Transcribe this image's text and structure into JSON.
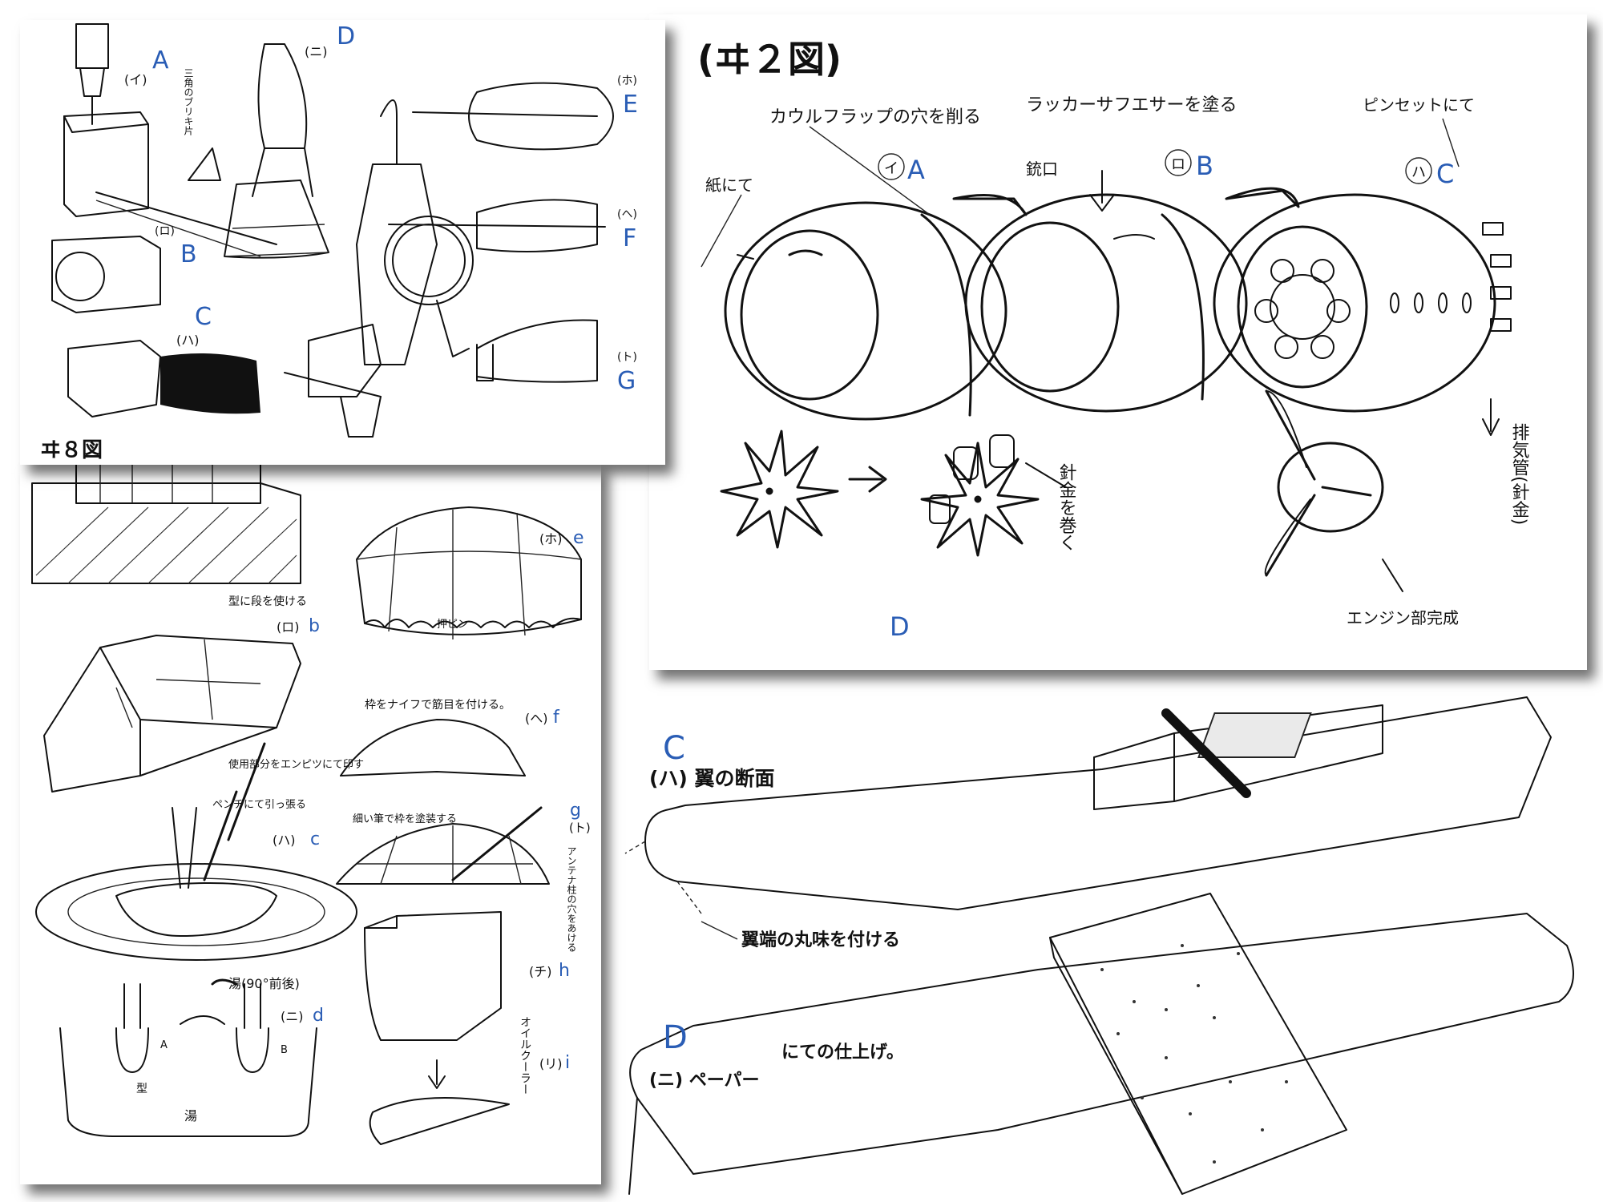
{
  "panel_fig8": {
    "figure_label": "ヰ８図",
    "markers": {
      "i": "(イ)",
      "ro": "(ロ)",
      "ha": "(ハ)",
      "ni": "(ニ)",
      "ho": "(ホ)",
      "he": "(ヘ)",
      "to": "(ト)"
    },
    "note_triangle": "三角のブリキ片",
    "letters": {
      "A": "A",
      "B": "B",
      "C": "C",
      "D": "D",
      "E": "E",
      "F": "F",
      "G": "G"
    }
  },
  "panel_fig2": {
    "title": "(ヰ２図)",
    "notes": {
      "cowl_flap": "カウルフラップの穴を削る",
      "lacquer": "ラッカーサフエサーを塗る",
      "tweezers": "ピンセットにて",
      "paper": "紙にて",
      "gun_port": "銃口",
      "wire_wrap": "針金を巻く",
      "exhaust": "排気管(針金)",
      "engine_done": "エンジン部完成"
    },
    "markers": {
      "i": "イ",
      "ro": "ロ",
      "ha": "ハ"
    },
    "letters": {
      "A": "A",
      "B": "B",
      "C": "C",
      "D": "D"
    }
  },
  "panel_canopy": {
    "notes": {
      "step_on_mold": "型に段を使ける",
      "mark_pencil": "使用部分をエンピツにて印す",
      "pliers": "ペンチにて引っ張る",
      "hot_water": "湯(90°前後)",
      "push_pin": "押ピン",
      "knife_frame": "枠をナイフで筋目を付ける。",
      "brush_frame": "細い筆で枠を塗装する",
      "antenna": "アンテナ柱の穴をあける",
      "oil_cooler": "オイルクーラー",
      "mold": "型",
      "water": "湯",
      "a_small": "A",
      "b_small": "B"
    },
    "markers": {
      "ro": "(ロ)",
      "ha": "(ハ)",
      "ni": "(ニ)",
      "ho": "(ホ)",
      "he": "(ヘ)",
      "to": "(ト)",
      "chi": "(チ)",
      "ri": "(リ)"
    },
    "letters": {
      "b": "b",
      "c": "c",
      "d": "d",
      "e": "e",
      "f": "f",
      "g": "g",
      "h": "h",
      "i": "i"
    }
  },
  "panel_wing": {
    "notes": {
      "wing_section": "(ハ) 翼の断面",
      "round_edge": "翼端の丸味を付ける",
      "paper_finish_a": "(ニ) ペーパー",
      "paper_finish_b": "にての仕上げ。"
    },
    "letters": {
      "C": "C",
      "D": "D"
    }
  },
  "colors": {
    "label_blue": "#2a5db5",
    "ink": "#111111",
    "paper": "#ffffff"
  }
}
